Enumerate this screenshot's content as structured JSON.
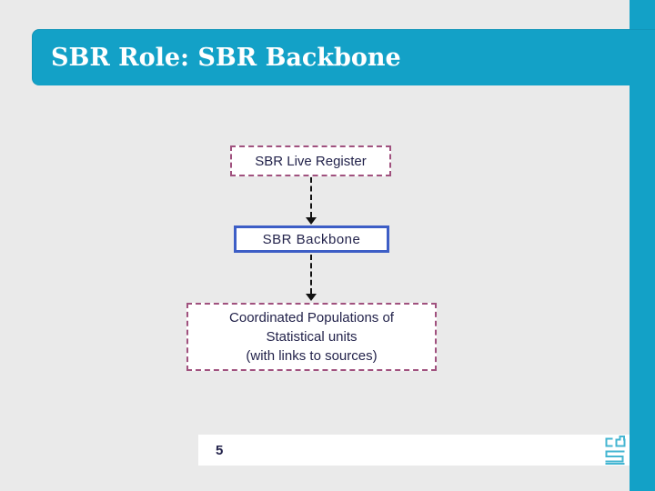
{
  "slide": {
    "title": "SBR Role: SBR Backbone",
    "page_number": "5"
  },
  "diagram": {
    "nodes": [
      {
        "id": "sbr-live-register",
        "label": "SBR Live Register",
        "border_style": "dashed"
      },
      {
        "id": "sbr-backbone",
        "label": "SBR Backbone",
        "border_style": "solid"
      },
      {
        "id": "coordinated-populations",
        "border_style": "dashed",
        "lines": [
          "Coordinated Populations of",
          "Statistical units",
          "(with links to sources)"
        ]
      }
    ],
    "connectors": [
      {
        "from": "sbr-live-register",
        "to": "sbr-backbone",
        "style": "dashed-arrow-down"
      },
      {
        "from": "sbr-backbone",
        "to": "coordinated-populations",
        "style": "dashed-arrow-down"
      }
    ]
  },
  "footer": {
    "logo_icon": "cbs-logo"
  },
  "colors": {
    "accent_teal": "#13A1C7",
    "background_gray": "#EAEAEA",
    "dashed_border_plum": "#A0517E",
    "solid_border_blue": "#3D5EC6",
    "text_navy": "#23234B",
    "arrow_black": "#111111",
    "logo_teal": "#45B6D2",
    "title_text": "#FFFFFF"
  }
}
